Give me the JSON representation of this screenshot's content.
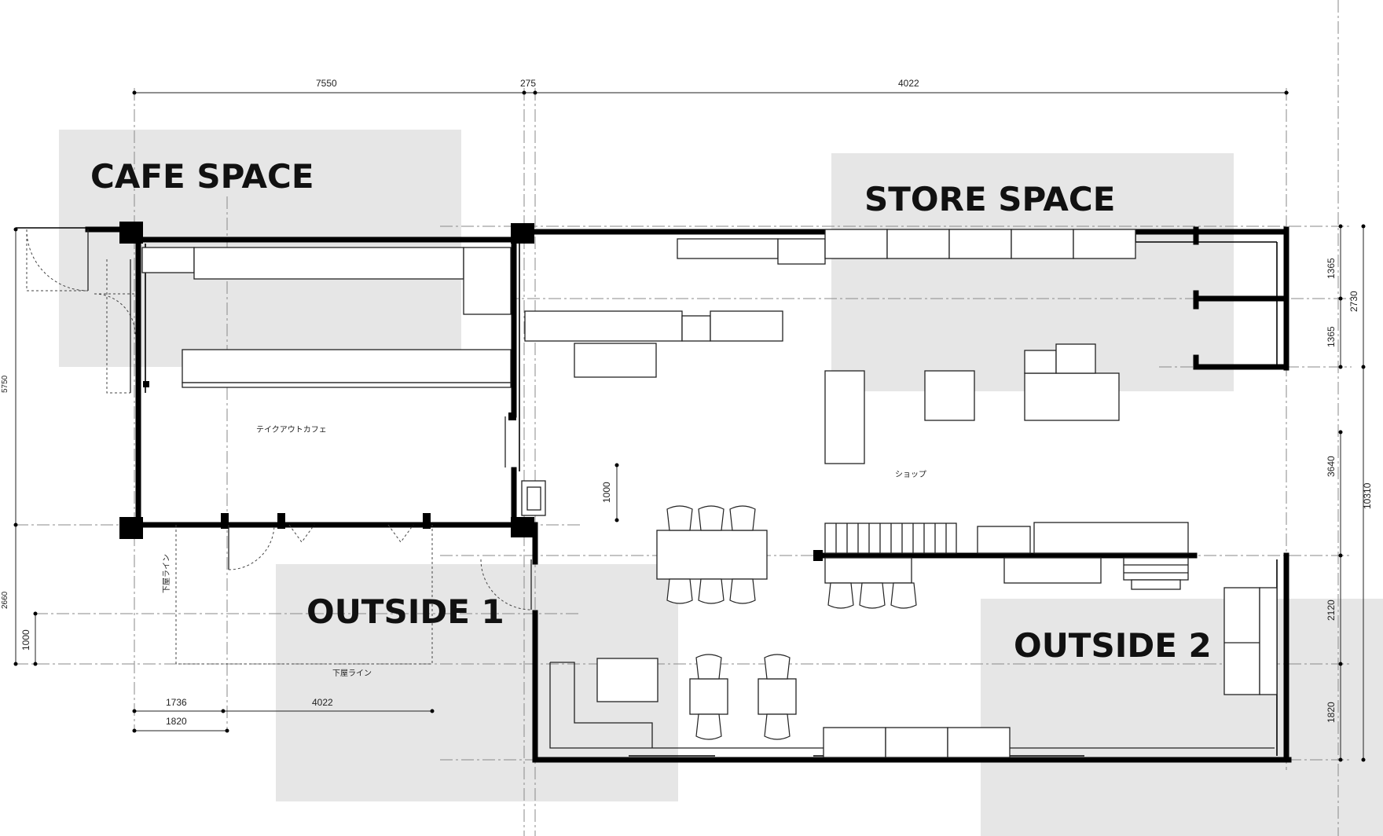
{
  "zones": {
    "cafe": "CAFE SPACE",
    "store": "STORE SPACE",
    "outside1": "OUTSIDE 1",
    "outside2": "OUTSIDE 2"
  },
  "rooms": {
    "takeout_cafe": "テイクアウトカフェ",
    "shop": "ショップ",
    "eaves_line_1": "下屋ライン",
    "eaves_line_2": "下屋ライン"
  },
  "dimensions": {
    "top_1": "7550",
    "top_2": "275",
    "top_3": "4022",
    "left_1": "5750",
    "left_2": "2660",
    "left_3": "1000",
    "bottom_1": "1736",
    "bottom_2": "4022",
    "bottom_3": "1820",
    "inner_1": "1000",
    "right_1": "1365",
    "right_2": "1365",
    "right_3": "2730",
    "right_4": "3640",
    "right_5": "10310",
    "right_6": "2120",
    "right_7": "1820"
  },
  "colors": {
    "zone_fill": "#e6e6e6",
    "wall": "#000000"
  }
}
